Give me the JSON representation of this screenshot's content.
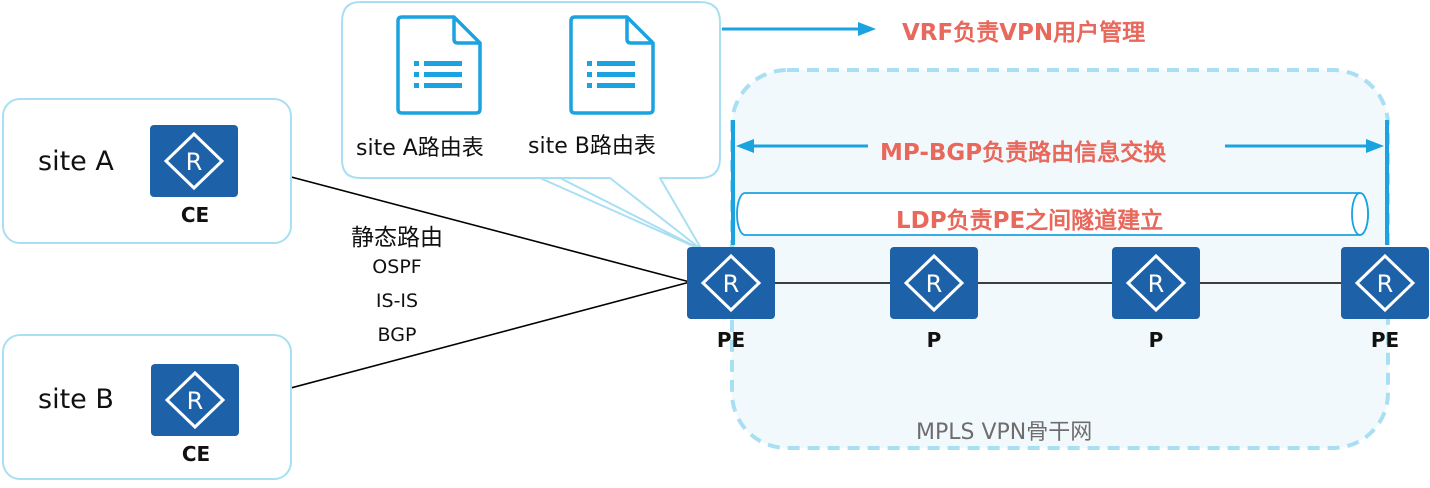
{
  "sites": [
    {
      "label": "site A",
      "device": "CE"
    },
    {
      "label": "site B",
      "device": "CE"
    }
  ],
  "routing_protocols": [
    "静态路由",
    "OSPF",
    "IS-IS",
    "BGP"
  ],
  "routing_tables": [
    {
      "label": "site A路由表",
      "icon": "document-list-icon"
    },
    {
      "label": "site B路由表",
      "icon": "document-list-icon"
    }
  ],
  "annotations": {
    "vrf": "VRF负责VPN用户管理",
    "mp_bgp": "MP-BGP负责路由信息交换",
    "ldp": "LDP负责PE之间隧道建立"
  },
  "backbone": {
    "label": "MPLS VPN骨干网",
    "devices": [
      "PE",
      "P",
      "P",
      "PE"
    ]
  },
  "router_symbol": "R",
  "colors": {
    "router_blue": "#1d62a8",
    "annotation_red": "#e8685c",
    "arrow_blue": "#1aa3e0",
    "light_border": "#a9dff3",
    "backbone_fill": "#f2f9fd"
  }
}
